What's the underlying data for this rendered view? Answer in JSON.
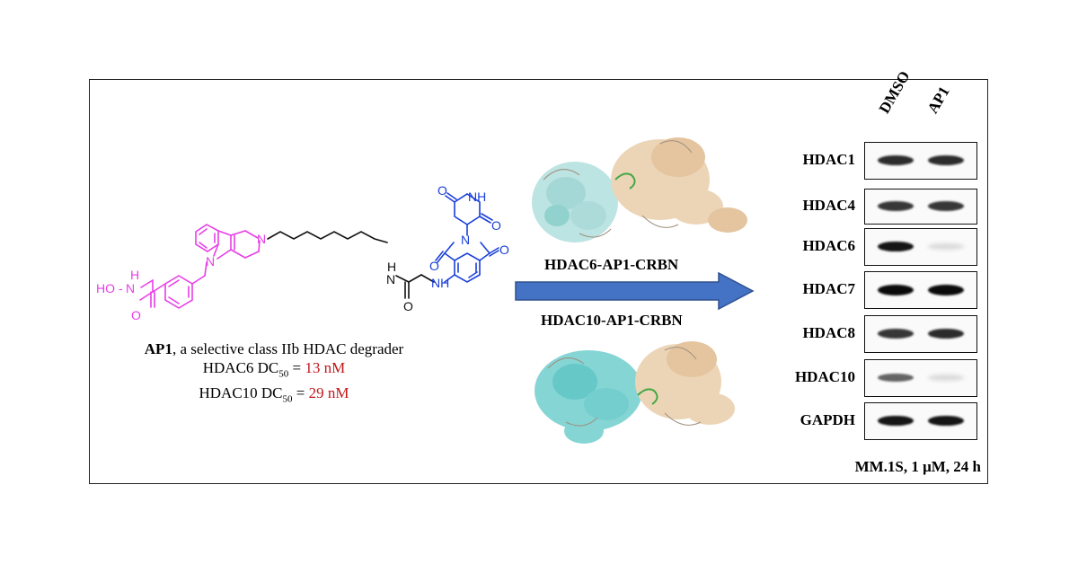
{
  "compound": {
    "name": "AP1",
    "description": ", a selective class IIb HDAC degrader",
    "hdac6_prefix": "HDAC6 DC",
    "hdac6_sub": "50",
    "hdac6_eq": " = ",
    "hdac6_value": "13 nM",
    "hdac10_prefix": "HDAC10 DC",
    "hdac10_sub": "50",
    "hdac10_eq": " = ",
    "hdac10_value": "29 nM"
  },
  "structure": {
    "hydroxamate_label": "HO",
    "nh_label": "N",
    "h_label": "H",
    "n_label_1": "N",
    "n_label_2": "N",
    "amide_nh": "N",
    "amide_h": "H",
    "aniline_nh": "NH",
    "imide_nh": "NH",
    "o_label": "O"
  },
  "complexes": {
    "top_label": "HDAC6-AP1-CRBN",
    "bottom_label": "HDAC10-AP1-CRBN"
  },
  "western_blot": {
    "columns": [
      "DMSO",
      "AP1"
    ],
    "rows": [
      {
        "label": "HDAC1",
        "dmso": 0.85,
        "ap1": 0.85
      },
      {
        "label": "HDAC4",
        "dmso": 0.8,
        "ap1": 0.8
      },
      {
        "label": "HDAC6",
        "dmso": 0.95,
        "ap1": 0.08
      },
      {
        "label": "HDAC7",
        "dmso": 1.0,
        "ap1": 1.0
      },
      {
        "label": "HDAC8",
        "dmso": 0.8,
        "ap1": 0.85
      },
      {
        "label": "HDAC10",
        "dmso": 0.6,
        "ap1": 0.08
      },
      {
        "label": "GAPDH",
        "dmso": 0.95,
        "ap1": 0.95
      }
    ],
    "conditions": "MM.1S, 1 μM, 24 h"
  },
  "colors": {
    "hydroxamate": "#e83ee8",
    "crbn_ligand": "#1a3fd8",
    "arrow": "#4472c4",
    "value_red": "#c0161b",
    "hdac_protein": "#7fd3d3",
    "crbn_protein": "#e8c9a3"
  }
}
